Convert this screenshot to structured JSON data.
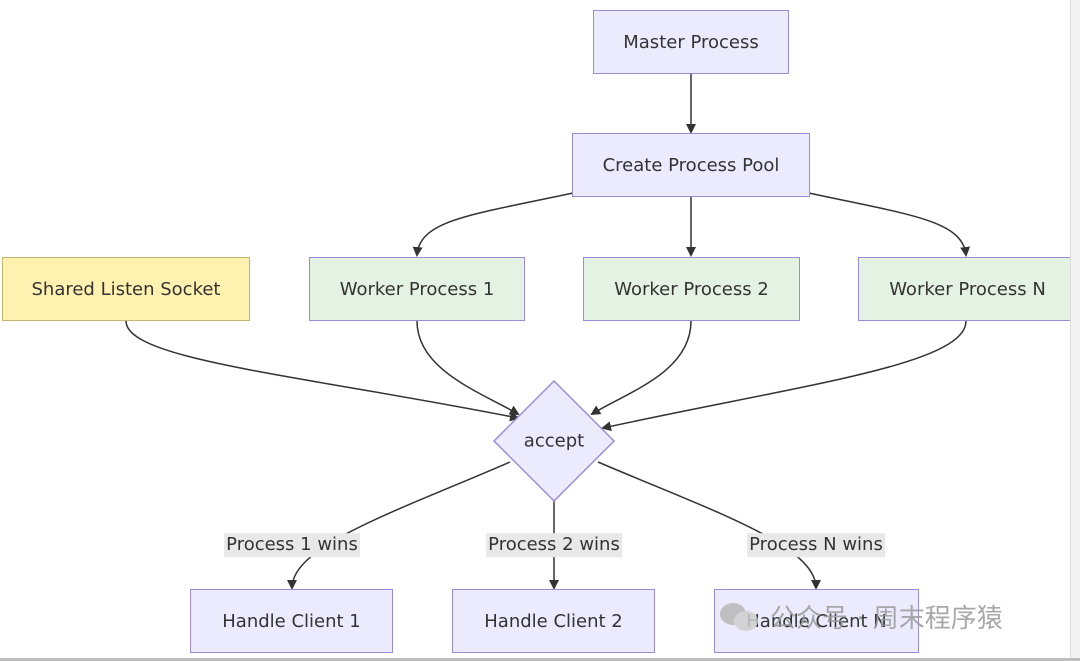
{
  "diagram": {
    "nodes": {
      "master": "Master Process",
      "pool": "Create Process Pool",
      "socket": "Shared Listen Socket",
      "worker1": "Worker Process 1",
      "worker2": "Worker Process 2",
      "workerN": "Worker Process N",
      "accept": "accept",
      "client1": "Handle Client 1",
      "client2": "Handle Client 2",
      "clientN": "Handle Client N"
    },
    "edge_labels": {
      "wins1": "Process 1 wins",
      "wins2": "Process 2 wins",
      "winsN": "Process N wins"
    },
    "colors": {
      "default_fill": "#ecebfd",
      "default_stroke": "#9b8bd8",
      "socket_fill": "#fff2b0",
      "worker_fill": "#e3f2e2",
      "edge": "#333333"
    }
  },
  "watermark": {
    "text": "公众号 · 周末程序猿",
    "logo_icon": "wechat-icon"
  }
}
